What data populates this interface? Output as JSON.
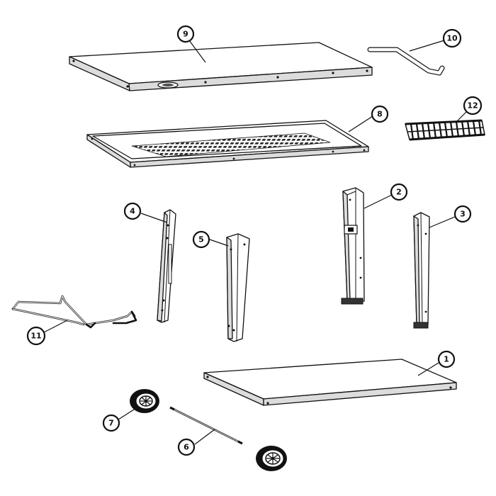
{
  "callouts": [
    {
      "id": "part-1",
      "label": "1"
    },
    {
      "id": "part-2",
      "label": "2"
    },
    {
      "id": "part-3",
      "label": "3"
    },
    {
      "id": "part-4",
      "label": "4"
    },
    {
      "id": "part-5",
      "label": "5"
    },
    {
      "id": "part-6",
      "label": "6"
    },
    {
      "id": "part-7",
      "label": "7"
    },
    {
      "id": "part-8",
      "label": "8"
    },
    {
      "id": "part-9",
      "label": "9"
    },
    {
      "id": "part-10",
      "label": "10"
    },
    {
      "id": "part-11",
      "label": "11"
    },
    {
      "id": "part-12",
      "label": "12"
    }
  ]
}
